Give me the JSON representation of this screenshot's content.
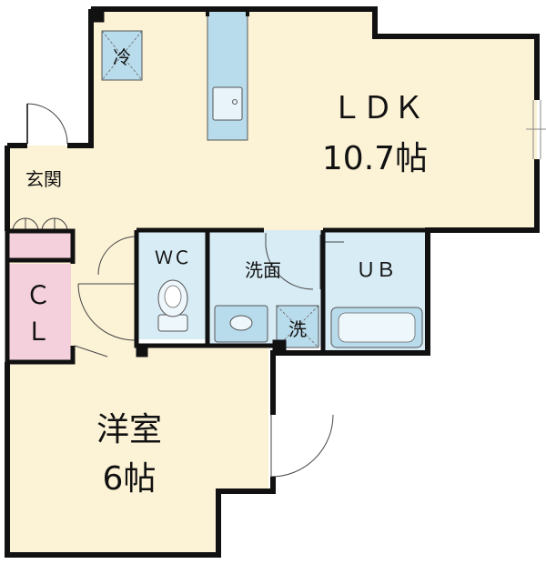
{
  "colors": {
    "floor": "#fcf2d6",
    "wet": "#d8ecf6",
    "closet": "#f4d0dc",
    "fixture": "#b9dcec",
    "wall": "#111111"
  },
  "rooms": {
    "ldk": {
      "name": "ＬＤＫ",
      "size": "10.7帖"
    },
    "western": {
      "name": "洋室",
      "size": "6帖"
    },
    "entrance": {
      "name": "玄関"
    },
    "wc": {
      "name": "ＷＣ"
    },
    "washroom": {
      "name": "洗面"
    },
    "bath": {
      "name": "ＵＢ"
    },
    "closet": {
      "line1": "Ｃ",
      "line2": "Ｌ"
    }
  },
  "fixtures": {
    "fridge": "冷",
    "washer": "洗"
  }
}
